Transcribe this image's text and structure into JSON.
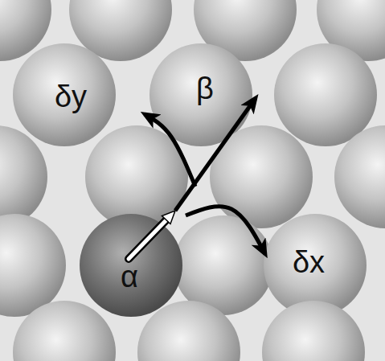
{
  "diagram": {
    "nodes": [
      {
        "text": [
          "δy"
        ]
      },
      {
        "text": [
          "β"
        ]
      },
      {
        "text": [
          "α"
        ]
      },
      {
        "text": [
          "δx"
        ]
      }
    ],
    "edges": [
      {
        "from": 2,
        "to": 1,
        "arrow": "to"
      },
      {
        "from": 2,
        "to": 0,
        "arrow": "to"
      },
      {
        "from": 2,
        "to": 3,
        "arrow": "to"
      }
    ]
  }
}
